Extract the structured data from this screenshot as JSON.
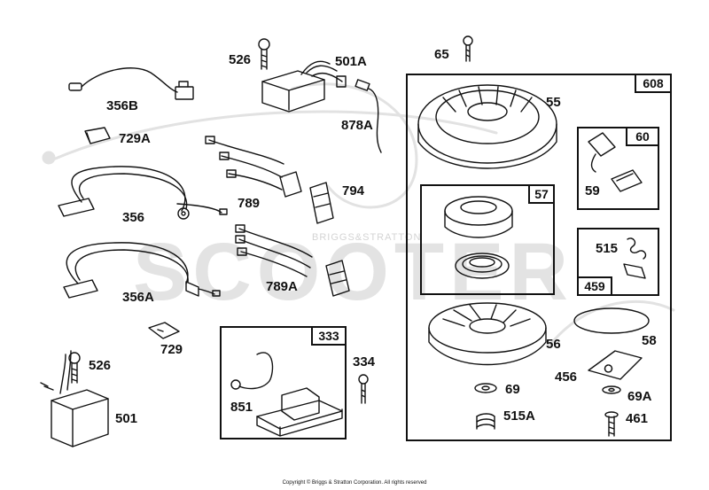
{
  "watermark": {
    "main": "SCOOTER",
    "sub": "BRIGGS&STRATTON"
  },
  "footer": {
    "copyright": "Copyright © Briggs & Stratton Corporation. All rights reserved"
  },
  "groups": {
    "g608": "608",
    "g57": "57",
    "g60": "60",
    "g459": "459",
    "g333": "333"
  },
  "callouts": {
    "p526a": "526",
    "p501A": "501A",
    "p65": "65",
    "p356B": "356B",
    "p878A": "878A",
    "p55": "55",
    "p729A": "729A",
    "p356": "356",
    "p789": "789",
    "p794": "794",
    "p59": "59",
    "p515": "515",
    "p356A": "356A",
    "p789A": "789A",
    "p729": "729",
    "p526b": "526",
    "p334": "334",
    "p58": "58",
    "p56": "56",
    "p456": "456",
    "p69": "69",
    "p69A": "69A",
    "p501": "501",
    "p851": "851",
    "p515A": "515A",
    "p461": "461"
  }
}
